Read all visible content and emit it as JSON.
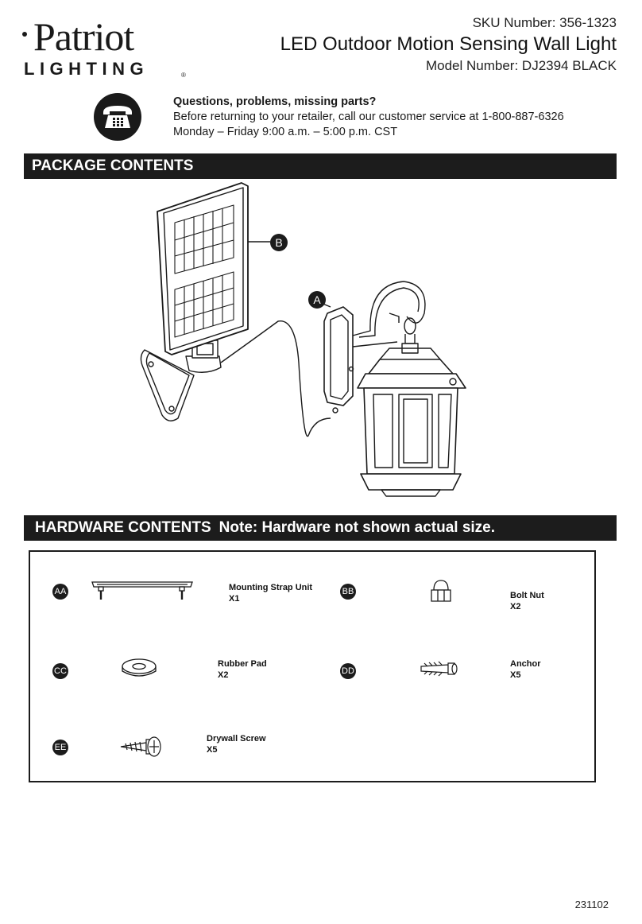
{
  "brand": {
    "name_top": "Patriot",
    "name_bottom": "LIGHTING"
  },
  "header": {
    "sku": "SKU Number: 356-1323",
    "product_title": "LED Outdoor Motion Sensing Wall Light",
    "model": "Model Number: DJ2394 BLACK"
  },
  "contact": {
    "question": "Questions, problems, missing parts?",
    "line1": "Before returning to your retailer, call our customer service at 1-800-887-6326",
    "line2": "Monday – Friday 9:00 a.m. – 5:00 p.m. CST",
    "icon": "telephone-icon"
  },
  "package": {
    "heading": "PACKAGE CONTENTS",
    "parts": [
      {
        "letter": "A",
        "item": "light-fixture"
      },
      {
        "letter": "B",
        "item": "solar-panel"
      }
    ]
  },
  "hardware": {
    "heading": "HARDWARE CONTENTS",
    "note": "Note: Hardware not shown actual size.",
    "items": [
      {
        "code": "AA",
        "name": "Mounting Strap Unit",
        "qty": "X1",
        "icon": "mounting-strap-icon"
      },
      {
        "code": "BB",
        "name": "Bolt Nut",
        "qty": "X2",
        "icon": "bolt-nut-icon"
      },
      {
        "code": "CC",
        "name": "Rubber Pad",
        "qty": "X2",
        "icon": "rubber-pad-icon"
      },
      {
        "code": "DD",
        "name": "Anchor",
        "qty": "X5",
        "icon": "anchor-icon"
      },
      {
        "code": "EE",
        "name": "Drywall Screw",
        "qty": "X5",
        "icon": "drywall-screw-icon"
      }
    ]
  },
  "footer": {
    "doc_number": "231102"
  }
}
